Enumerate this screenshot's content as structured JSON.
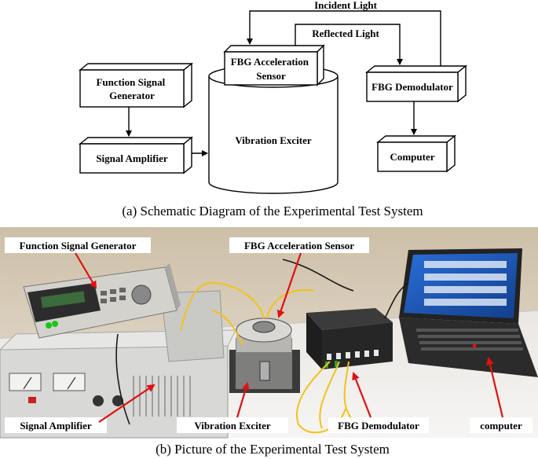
{
  "schematic": {
    "function_signal_generator": [
      "Function Signal",
      "Generator"
    ],
    "signal_amplifier": "Signal Amplifier",
    "vibration_exciter": "Vibration Exciter",
    "fbg_acceleration_sensor": [
      "FBG Acceleration",
      "Sensor"
    ],
    "fbg_demodulator": "FBG Demodulator",
    "computer": "Computer",
    "incident_light": "Incident Light",
    "reflected_light": "Reflected Light",
    "caption": "(a) Schematic Diagram of the Experimental Test System"
  },
  "photo": {
    "function_signal_generator": "Function Signal Generator",
    "fbg_acceleration_sensor": "FBG Acceleration Sensor",
    "signal_amplifier": "Signal Amplifier",
    "vibration_exciter": "Vibration Exciter",
    "fbg_demodulator": "FBG Demodulator",
    "computer": "computer",
    "caption": "(b) Picture of the Experimental Test System"
  },
  "colors": {
    "arrow_red": "#e01010",
    "cable_yellow": "#f2c21b",
    "laptop_screen": "#1f5fbf"
  }
}
